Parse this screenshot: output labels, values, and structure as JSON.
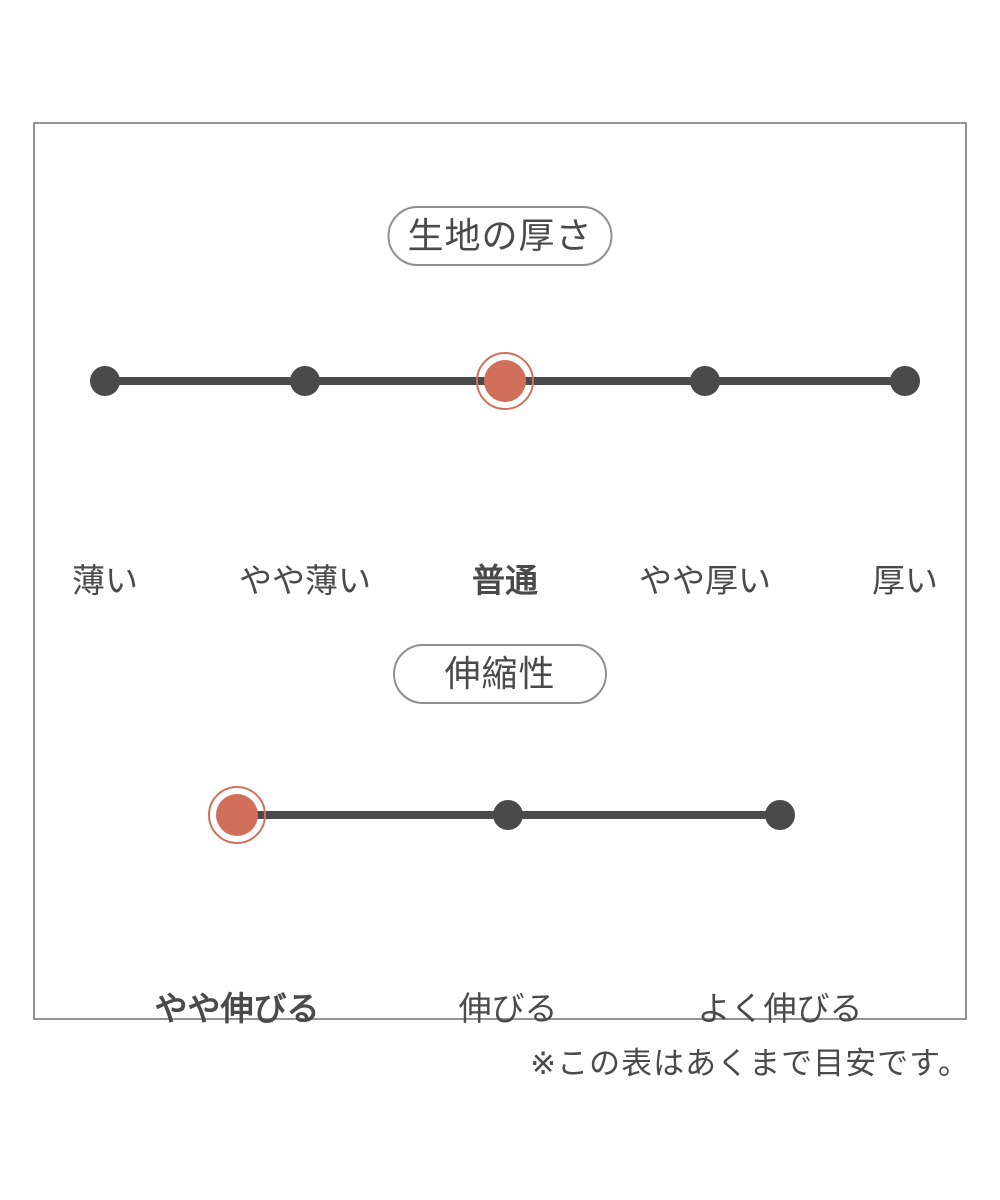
{
  "colors": {
    "accent": "#d1705a",
    "ink": "#4a4a4a",
    "frame": "#949494"
  },
  "footnote": "※この表はあくまで目安です。",
  "scales": [
    {
      "title": "生地の厚さ",
      "selected_index": 2,
      "selected_value": "普通",
      "options": [
        "薄い",
        "やや薄い",
        "普通",
        "やや厚い",
        "厚い"
      ]
    },
    {
      "title": "伸縮性",
      "selected_index": 0,
      "selected_value": "やや伸びる",
      "options": [
        "やや伸びる",
        "伸びる",
        "よく伸びる"
      ]
    }
  ]
}
